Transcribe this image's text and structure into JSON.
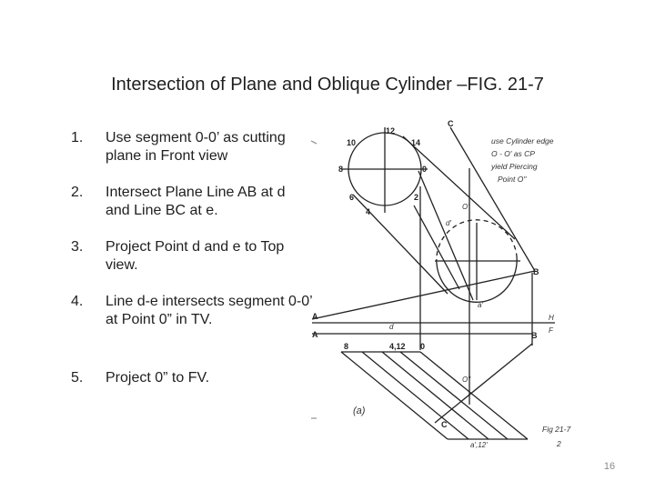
{
  "title": "Intersection of Plane and Oblique Cylinder –FIG. 21-7",
  "steps": [
    {
      "number": "1.",
      "text": "Use segment 0-0’ as cutting plane in Front view"
    },
    {
      "number": "2.",
      "text": "Intersect Plane Line AB at d and Line BC at e."
    },
    {
      "number": "3.",
      "text": "Project Point d and e to Top view."
    },
    {
      "number": "4.",
      "text": "Line d-e intersects segment 0-0’ at Point 0” in TV."
    },
    {
      "number": "5.",
      "text": "Project 0” to FV."
    }
  ],
  "figure": {
    "labels": {
      "c_top": "C",
      "b_mid": "B",
      "a_upper": "A",
      "a_lower": "A",
      "b_lower": "B",
      "c_bottom": "C",
      "h": "H",
      "f": "F",
      "fig_a": "(a)",
      "n12": "12",
      "n10": "10",
      "n14": "14",
      "n8": "8",
      "n0": "0",
      "n6": "6",
      "n2": "2",
      "n4": "4",
      "lower_8": "8",
      "lower_412": "4,12",
      "lower_0": "0",
      "d_prime": "d'",
      "a_prime": "a'",
      "d_lower": "d",
      "o_prime": "O'",
      "o_dbl": "O\"",
      "a412": "a',12'"
    },
    "note": [
      "use Cylinder edge",
      "O - O' as CP",
      "yield Piercing",
      "Point O\""
    ],
    "fig_ref": [
      "Fig 21-7",
      "2"
    ]
  },
  "page_number": "16"
}
